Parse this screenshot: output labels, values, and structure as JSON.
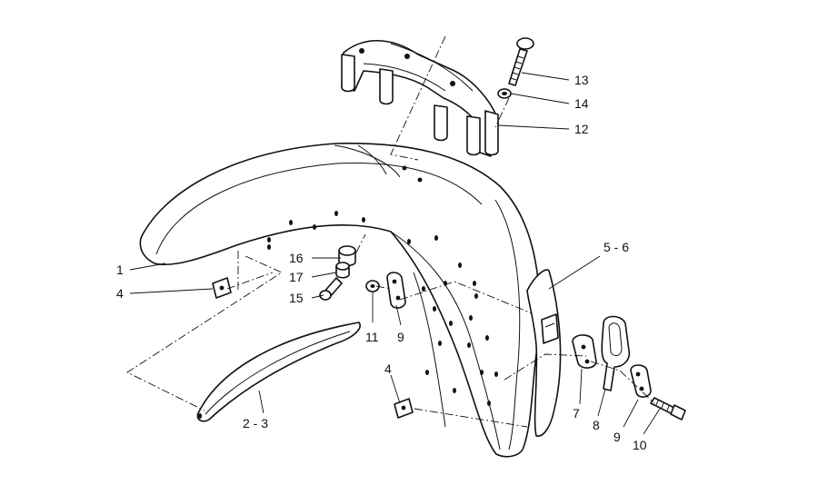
{
  "callouts": [
    {
      "id": "c1",
      "text": "1"
    },
    {
      "id": "c4a",
      "text": "4"
    },
    {
      "id": "c16",
      "text": "16"
    },
    {
      "id": "c17",
      "text": "17"
    },
    {
      "id": "c15",
      "text": "15"
    },
    {
      "id": "c11",
      "text": "11"
    },
    {
      "id": "c9a",
      "text": "9"
    },
    {
      "id": "c23",
      "text": "2  -  3"
    },
    {
      "id": "c4b",
      "text": "4"
    },
    {
      "id": "c13",
      "text": "13"
    },
    {
      "id": "c14",
      "text": "14"
    },
    {
      "id": "c12",
      "text": "12"
    },
    {
      "id": "c56",
      "text": "5  -  6"
    },
    {
      "id": "c7",
      "text": "7"
    },
    {
      "id": "c8",
      "text": "8"
    },
    {
      "id": "c9b",
      "text": "9"
    },
    {
      "id": "c10",
      "text": "10"
    }
  ]
}
